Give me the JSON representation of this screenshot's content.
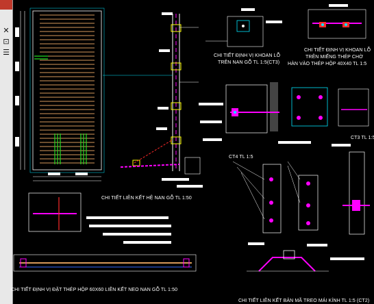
{
  "app": {
    "title": "AutoCAD drawing canvas",
    "accent": "#c0392b",
    "background": "#000000"
  },
  "toolbar": {
    "close_glyph": "✕",
    "items": [
      {
        "icon": "close-icon",
        "glyph": "✕"
      },
      {
        "icon": "panel-icon",
        "glyph": "⊡"
      },
      {
        "icon": "layers-icon",
        "glyph": "☰"
      }
    ]
  },
  "labels": {
    "detail_drill_wood": "CHI TIẾT ĐỊNH VỊ KHOAN LỖ",
    "detail_drill_wood_sub": "TRÊN NAN GỖ TL 1:5(CT3)",
    "detail_drill_steel": "CHI TIẾT ĐỊNH VỊ KHOAN LỖ",
    "detail_drill_steel_sub1": "TRÊN MIẾNG THÉP CHỜ",
    "detail_drill_steel_sub2": "HÀN VÀO THÉP HỘP 40X40 TL 1:5",
    "ct3": "CT3 TL 1:5",
    "ct4": "CT4 TL 1:5",
    "wood_connect": "CHI TIẾT LIÊN KẾT HỆ NAN GỖ TL 1:50",
    "box_steel": "CHI TIẾT ĐỊNH VỊ ĐẶT THÉP HỘP 60X60 LIÊN KẾT NEO NAN GỖ TL 1:50",
    "glass_connect": "CHI TIẾT LIÊN KẾT BẢN MÃ TREO MÁI KÍNH TL 1:5 (CT2)"
  },
  "colors": {
    "line_white": "#ffffff",
    "line_cyan": "#00e5ff",
    "line_magenta": "#ff00ff",
    "line_yellow": "#ffff00",
    "line_red": "#ff2a2a",
    "line_green": "#22dd22",
    "wood_orange": "#d99a5b",
    "line_blue": "#3a6bff"
  }
}
